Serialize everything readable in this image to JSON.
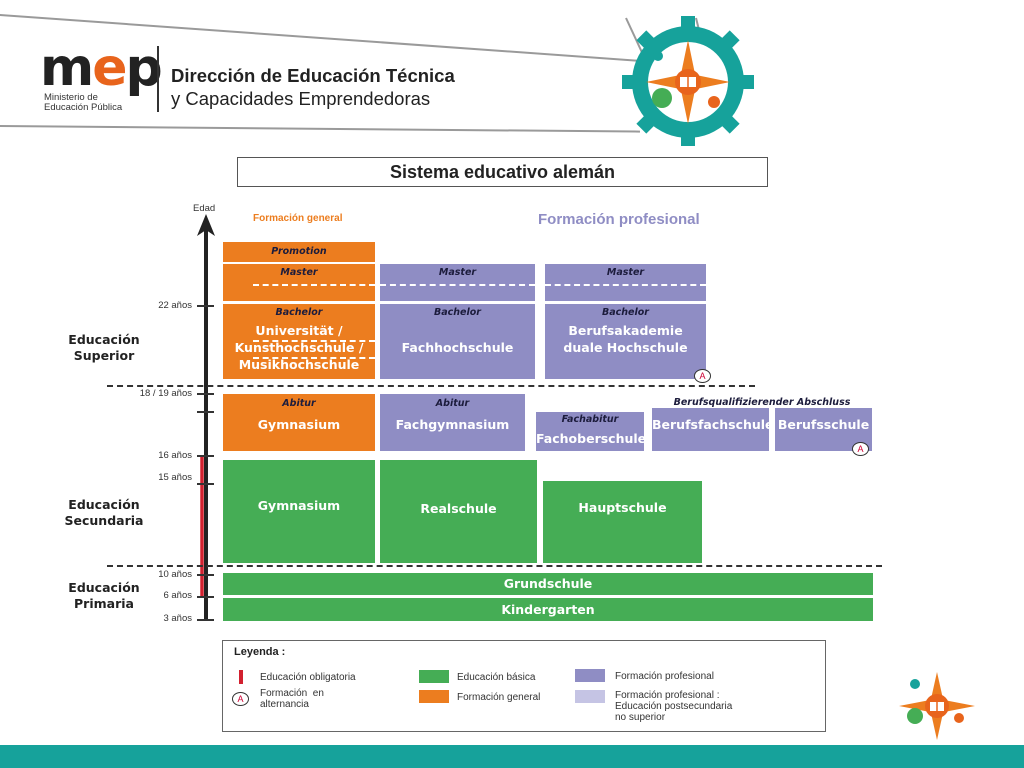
{
  "header": {
    "logo_text_m": "m",
    "logo_text_e": "e",
    "logo_text_p": "p",
    "logo_subtitle": "Ministerio de\nEducación Pública",
    "title_line1": "Dirección de Educación Técnica",
    "title_line2": "y Capacidades Emprendedoras"
  },
  "diagram": {
    "title": "Sistema educativo alemán",
    "axis_label": "Edad",
    "section_general": "Formación general",
    "section_professional": "Formación profesional",
    "ages": [
      "22 años",
      "18 / 19 años",
      "16 años",
      "15 años",
      "10 años",
      "6 años",
      "3 años"
    ],
    "levels": {
      "superior": "Educación\nSuperior",
      "secundaria": "Educación\nSecundaria",
      "primaria": "Educación\nPrimaria"
    },
    "blocks": {
      "promotion": "Promotion",
      "master1": "Master",
      "master2": "Master",
      "master3": "Master",
      "bachelor1": "Bachelor",
      "bachelor1_name": "Universität /\nKunsthochschule /\nMusikhochschule",
      "bachelor2": "Bachelor",
      "bachelor2_name": "Fachhochschule",
      "bachelor3": "Bachelor",
      "bachelor3_name": "Berufsakademie\nduale Hochschule",
      "abitur1": "Abitur",
      "abitur1_name": "Gymnasium",
      "abitur2": "Abitur",
      "abitur2_name": "Fachgymnasium",
      "fachabitur": "Fachabitur",
      "fachabitur_name": "Fachoberschule",
      "berufsq": "Berufsqualifizierender Abschluss",
      "berufsfach_name": "Berufsfachschule",
      "berufs_name": "Berufsschule",
      "gymnasium": "Gymnasium",
      "realschule": "Realschule",
      "hauptschule": "Hauptschule",
      "grundschule": "Grundschule",
      "kindergarten": "Kindergarten",
      "alternancia_mark": "A"
    }
  },
  "legend": {
    "title": "Leyenda :",
    "items": [
      "Educación obligatoria",
      "Formación  en\nalternancia",
      "Educación básica",
      "Formación general",
      "Formación profesional",
      "Formación profesional :\nEducación postsecundaria\nno superior"
    ],
    "mark": "A"
  },
  "colors": {
    "general": "#ec7d1f",
    "profesional": "#8f8dc4",
    "basica": "#45ad55",
    "postsecundaria": "#c5c4e4",
    "obligatoria": "#d2202f",
    "band": "#16a29b"
  }
}
